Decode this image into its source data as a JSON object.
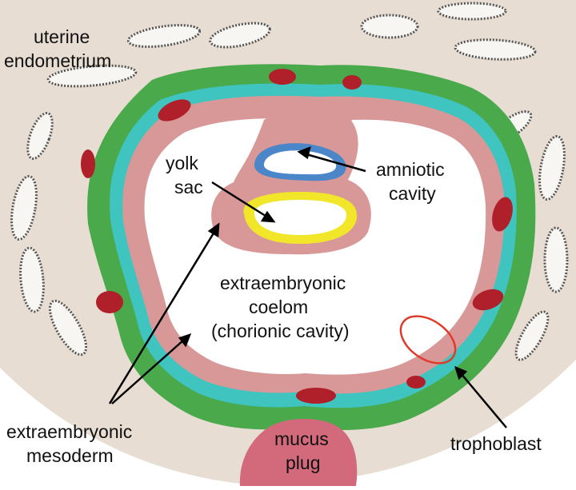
{
  "labels": {
    "uterine_1": "uterine",
    "uterine_2": "endometrium",
    "yolk_1": "yolk",
    "yolk_2": "sac",
    "amniotic_1": "amniotic",
    "amniotic_2": "cavity",
    "coelom_1": "extraembryonic",
    "coelom_2": "coelom",
    "coelom_3": "(chorionic cavity)",
    "meso_1": "extraembryonic",
    "meso_2": "mesoderm",
    "mucus_1": "mucus",
    "mucus_2": "plug",
    "trophoblast": "trophoblast"
  },
  "colors": {
    "background_tissue": "#e7ddd2",
    "decidua_green": "#49a94b",
    "cytotrophoblast_cyan": "#3fc4c0",
    "mesoderm_pink": "#d99898",
    "amnion_blue": "#4a86c8",
    "yolk_yellow": "#f2e62a",
    "blood_red": "#b0202a",
    "mucus_plug": "#d26a7c",
    "highlight_circle": "#e03a2a"
  }
}
